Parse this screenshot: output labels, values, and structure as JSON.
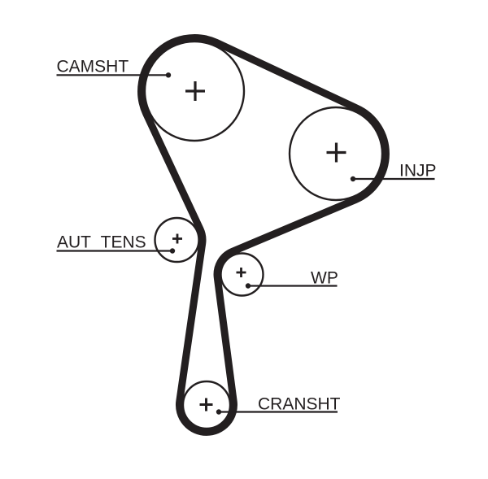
{
  "diagram": {
    "background_color": "#ffffff",
    "line_color": "#231f20",
    "pulley_center_symbol": "+",
    "labels": {
      "camshaft": "CAMSHT",
      "injection_pump": "INJP",
      "tensioner": "AUT  TENS",
      "water_pump": "WP",
      "crankshaft": "CRANSHT"
    }
  }
}
